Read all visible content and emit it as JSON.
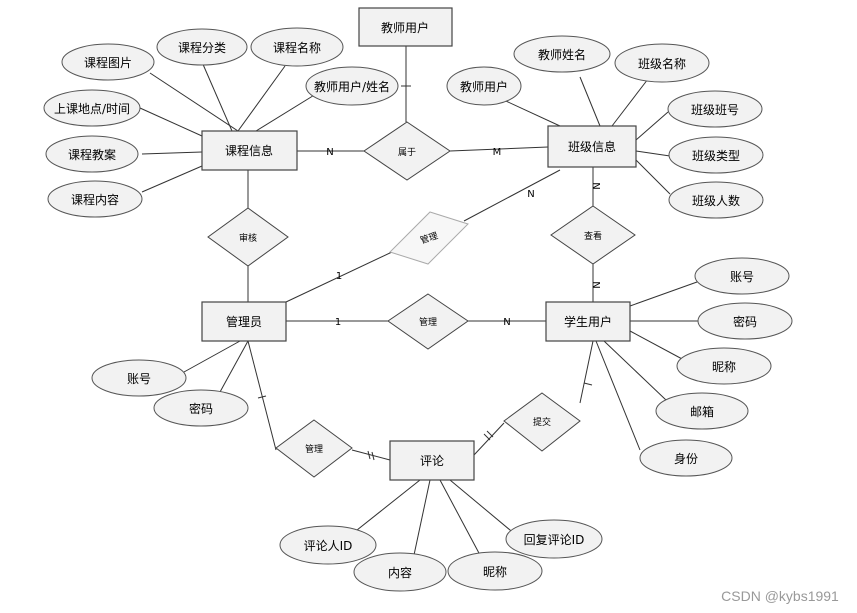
{
  "entities": {
    "teacher_user": "教师用户",
    "course_info": "课程信息",
    "class_info": "班级信息",
    "admin": "管理员",
    "student_user": "学生用户",
    "comment": "评论"
  },
  "course_attrs": {
    "image": "课程图片",
    "category": "课程分类",
    "name": "课程名称",
    "teacher": "教师用户/姓名",
    "location_time": "上课地点/时间",
    "plan": "课程教案",
    "content": "课程内容"
  },
  "class_attrs": {
    "teacher_user": "教师用户",
    "teacher_name": "教师姓名",
    "class_name": "班级名称",
    "class_no": "班级班号",
    "class_type": "班级类型",
    "class_count": "班级人数"
  },
  "student_attrs": {
    "account": "账号",
    "password": "密码",
    "nickname": "昵称",
    "email": "邮箱",
    "identity": "身份"
  },
  "admin_attrs": {
    "account": "账号",
    "password": "密码"
  },
  "comment_attrs": {
    "commenter_id": "评论人ID",
    "reply_id": "回复评论ID",
    "content": "内容",
    "nickname": "昵称"
  },
  "relations": {
    "belongs": "属于",
    "review": "审核",
    "manage_class": "管理",
    "view": "查看",
    "manage_student": "管理",
    "manage_comment": "管理",
    "submit": "提交"
  },
  "cardinality": {
    "course_belongs": "N",
    "class_belongs": "M",
    "class_manage": "N",
    "admin_manage_class": "1",
    "admin_manage_student": "1",
    "student_manage": "N",
    "class_view": "N",
    "student_view": "N",
    "teacher_belongs": "1"
  },
  "watermark": "CSDN @kybs1991"
}
